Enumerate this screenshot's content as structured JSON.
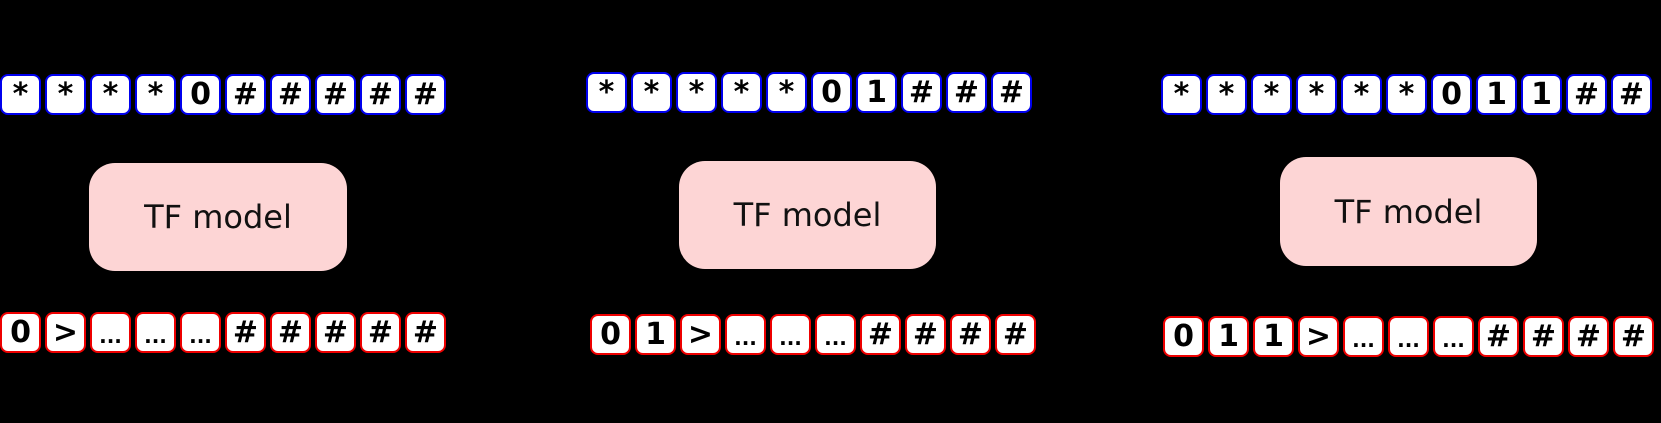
{
  "colors": {
    "background": "#000000",
    "input_border": "#0000ee",
    "output_border": "#ee0000",
    "model_fill": "#fdd5d5"
  },
  "panels": [
    {
      "input_tokens": [
        "*",
        "*",
        "*",
        "*",
        "0",
        "#",
        "#",
        "#",
        "#",
        "#"
      ],
      "model_label": "TF model",
      "output_tokens": [
        "0",
        ">",
        "...",
        "...",
        "...",
        "#",
        "#",
        "#",
        "#",
        "#"
      ]
    },
    {
      "input_tokens": [
        "*",
        "*",
        "*",
        "*",
        "*",
        "0",
        "1",
        "#",
        "#",
        "#"
      ],
      "model_label": "TF model",
      "output_tokens": [
        "0",
        "1",
        ">",
        "...",
        "...",
        "...",
        "#",
        "#",
        "#",
        "#"
      ]
    },
    {
      "input_tokens": [
        "*",
        "*",
        "*",
        "*",
        "*",
        "*",
        "0",
        "1",
        "1",
        "#",
        "#"
      ],
      "model_label": "TF model",
      "output_tokens": [
        "0",
        "1",
        "1",
        ">",
        "...",
        "...",
        "...",
        "#",
        "#",
        "#",
        "#"
      ]
    }
  ]
}
